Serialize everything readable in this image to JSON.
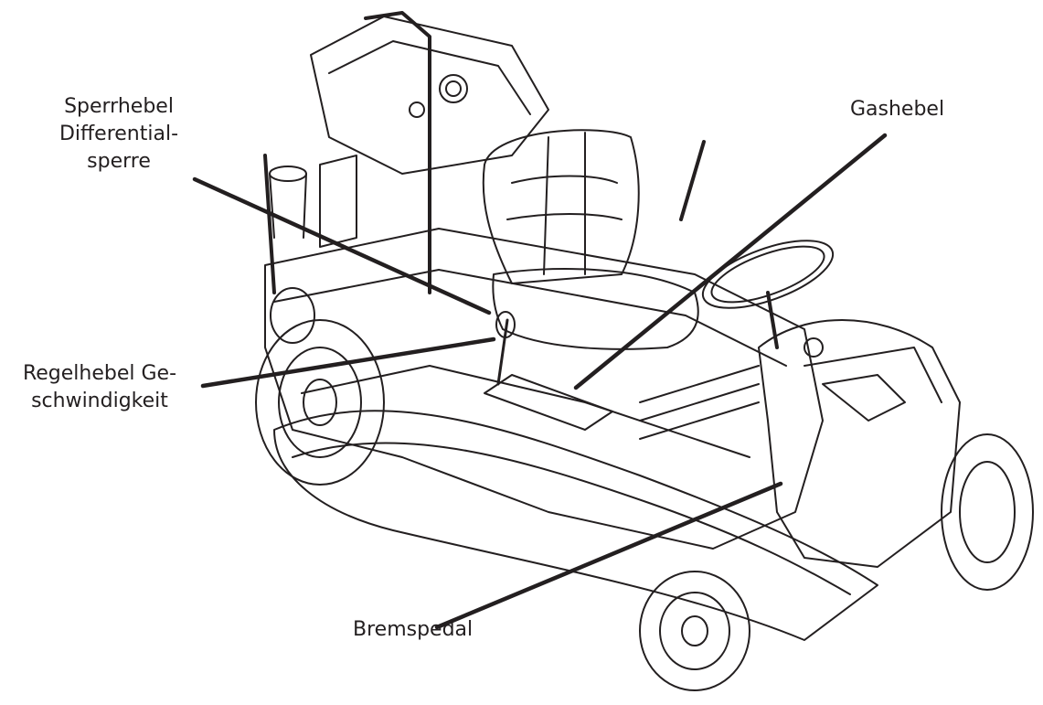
{
  "callouts": {
    "sperrhebel": {
      "lines": [
        "Sperrhebel",
        "Differential-",
        "sperre"
      ]
    },
    "gashebel": {
      "lines": [
        "Gashebel"
      ]
    },
    "regelhebel": {
      "lines": [
        "Regelhebel Ge-",
        "schwindigkeit"
      ]
    },
    "bremspedal": {
      "lines": [
        "Bremspedal"
      ]
    }
  },
  "colors": {
    "ink": "#231f20",
    "background": "#ffffff"
  },
  "illustration": {
    "subject": "ride-on-mower-line-drawing"
  }
}
